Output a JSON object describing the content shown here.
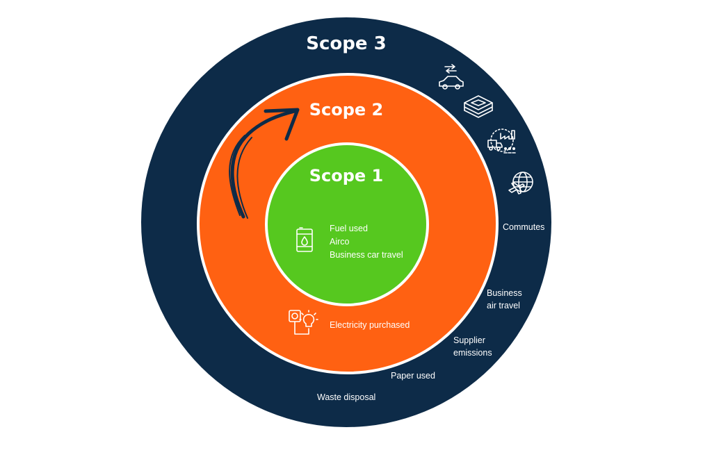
{
  "colors": {
    "scope3": "#0d2b48",
    "scope2": "#ff6112",
    "scope1": "#56c81f",
    "ring_border": "#ffffff",
    "arrow": "#0d2b48",
    "text": "#ffffff"
  },
  "scope3": {
    "title": "Scope 3",
    "labels": {
      "commutes": "Commutes",
      "business_air_travel": [
        "Business",
        "air travel"
      ],
      "supplier_emissions": [
        "Supplier",
        "emissions"
      ],
      "paper_used": "Paper used",
      "waste_disposal": "Waste disposal"
    },
    "icons": [
      "car-commute-icon",
      "paper-stack-icon",
      "supplier-factory-icon",
      "airplane-globe-icon"
    ]
  },
  "scope2": {
    "title": "Scope 2",
    "labels": {
      "electricity": "Electricity purchased"
    },
    "icons": [
      "plug-lightbulb-icon"
    ]
  },
  "scope1": {
    "title": "Scope 1",
    "items": [
      "Fuel used",
      "Airco",
      "Business car travel"
    ],
    "icons": [
      "fuel-barrel-icon"
    ]
  }
}
